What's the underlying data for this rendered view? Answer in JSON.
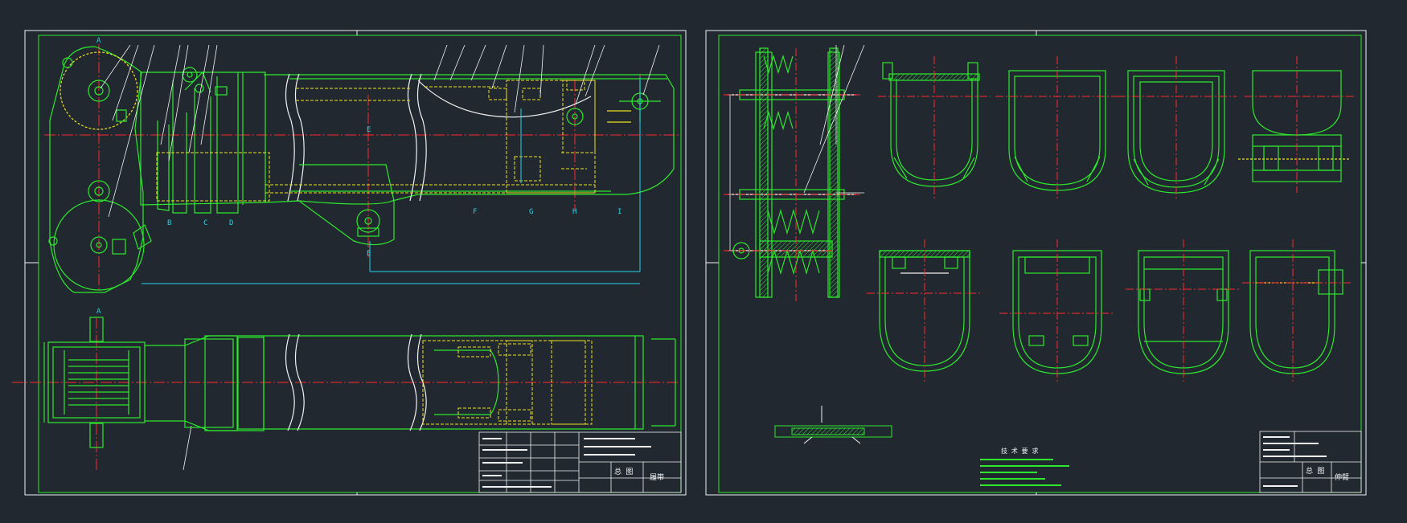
{
  "colors": {
    "background": "#212830",
    "border": "#f2f2f2",
    "outline": "#2ee82e",
    "hidden": "#f0e21f",
    "center": "#ff2a2a",
    "dimension": "#21d4e8",
    "leader": "#f2f2f2"
  },
  "sheet_left": {
    "section_marks": {
      "a_top": "A",
      "a_bottom": "A",
      "b": "B",
      "c": "C",
      "d": "D",
      "e_top": "E",
      "e_bottom": "E",
      "f": "F",
      "g": "G",
      "h": "H",
      "i": "I"
    },
    "title_block": {
      "name_label": "总 图",
      "drawing_label": "履带"
    }
  },
  "sheet_right": {
    "notes_title": "技 术 要 求",
    "title_block": {
      "name_label": "总 图",
      "drawing_label": "伸臂"
    }
  }
}
